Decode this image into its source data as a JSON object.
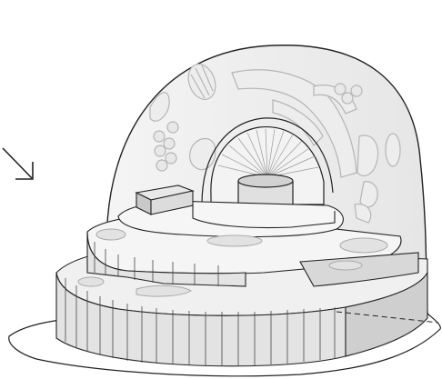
{
  "figure": {
    "subject": "cell-cutaway",
    "labels": []
  },
  "elements": [
    "outer-dome-membrane",
    "inner-faded-organelles",
    "tiered-blocks",
    "central-ribbed-dome",
    "diagonal-arrow",
    "dashed-guide-line",
    "small-ring-marker"
  ],
  "style": {
    "stroke": "#222222",
    "fill_light": "#f2f2f2",
    "fill_mid": "#dcdcdc",
    "fill_dark": "#bdbdbd",
    "faded_stroke": "#b8b8b8"
  }
}
